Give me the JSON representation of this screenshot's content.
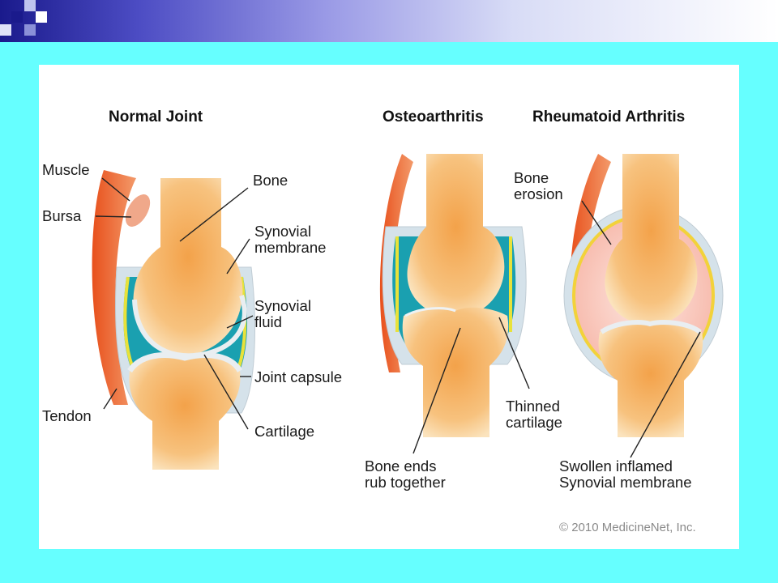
{
  "titles": {
    "normal": "Normal Joint",
    "osteo": "Osteoarthritis",
    "rheum": "Rheumatoid Arthritis"
  },
  "labels": {
    "muscle": "Muscle",
    "bursa": "Bursa",
    "tendon": "Tendon",
    "bone": "Bone",
    "synovial_membrane_1": "Synovial",
    "synovial_membrane_2": "membrane",
    "synovial_fluid_1": "Synovial",
    "synovial_fluid_2": "fluid",
    "joint_capsule": "Joint capsule",
    "cartilage": "Cartilage",
    "bone_ends_1": "Bone ends",
    "bone_ends_2": "rub together",
    "thinned_1": "Thinned",
    "thinned_2": "cartilage",
    "erosion_1": "Bone",
    "erosion_2": "erosion",
    "swollen_1": "Swollen inflamed",
    "swollen_2": "Synovial membrane"
  },
  "copyright": "© 2010 MedicineNet, Inc."
}
